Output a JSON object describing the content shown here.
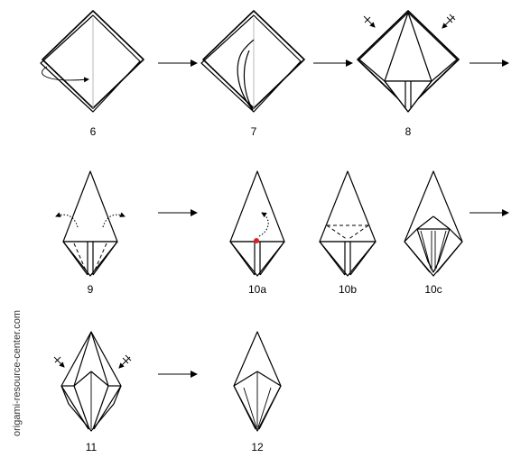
{
  "credit": "origami-resource-center.com",
  "steps": {
    "s6": "6",
    "s7": "7",
    "s8": "8",
    "s9": "9",
    "s10a": "10a",
    "s10b": "10b",
    "s10c": "10c",
    "s11": "11",
    "s12": "12"
  },
  "colors": {
    "paper_front": "#c9ece0",
    "paper_back": "#ffffff",
    "pivot_dot": "#e02020",
    "crease": "#b9b9b9"
  },
  "icons": [
    "arrow-icon",
    "fold-arrow-icon",
    "valley-fold-icon",
    "mountain-fold-icon",
    "pivot-point-icon"
  ]
}
